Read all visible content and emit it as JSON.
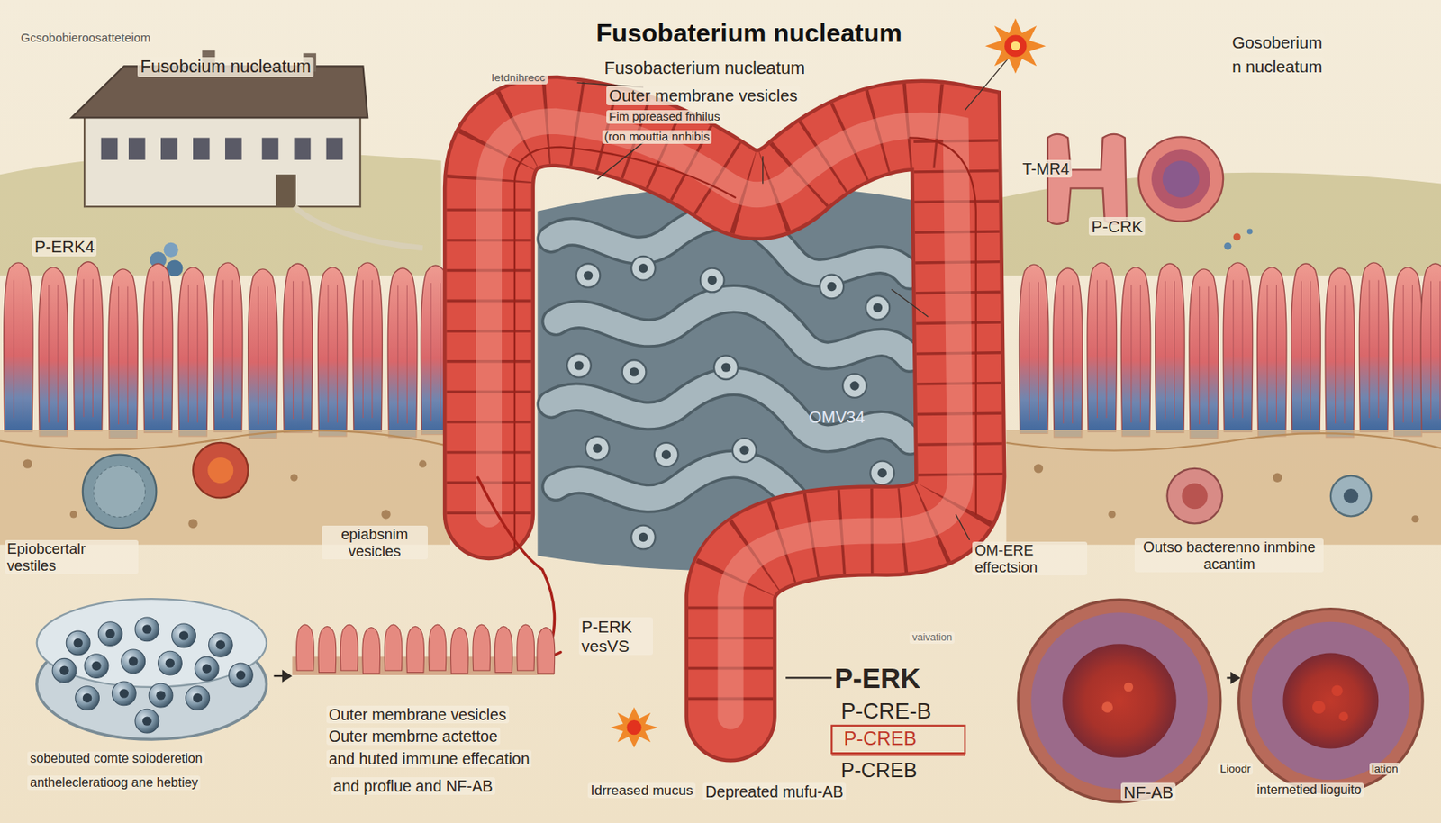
{
  "diagram": {
    "title": "Fusobaterium nucleatum",
    "labels": [
      "Gcsobobieroosatteteiom",
      "Fusobcium nucleatum",
      "Ietdnihrecc",
      "Fusobacterium nucleatum",
      "Outer membrane vesicles",
      "Fim ppreased fnhilus",
      "(ron mouttia nnhibis",
      "Gosoberium",
      "n nucleatum",
      "T-MR4",
      "P-CRK",
      "P-ERK4",
      "OMV34",
      "Epiobcertalr vestiles",
      "epiabsnim vesicles",
      "OM-ERE effectsion",
      "Outso bacterenno inmbine acantim",
      "P-ERK vesVS",
      "vaivation",
      "P-ERK",
      "P-CRE-B",
      "P-CREB",
      "P-CREB",
      "Outer membrane vesicles",
      "Outer membrne actettoe",
      "and huted immune effecation",
      "and proflue and NF-AB",
      "sobebuted comte soioderetion",
      "anthelecleratioog ane hebtiey",
      "Idrreased mucus",
      "Depreated mufu-AB",
      "NF-AB",
      "Lioodr",
      "lation",
      "internetied lioguito"
    ]
  }
}
